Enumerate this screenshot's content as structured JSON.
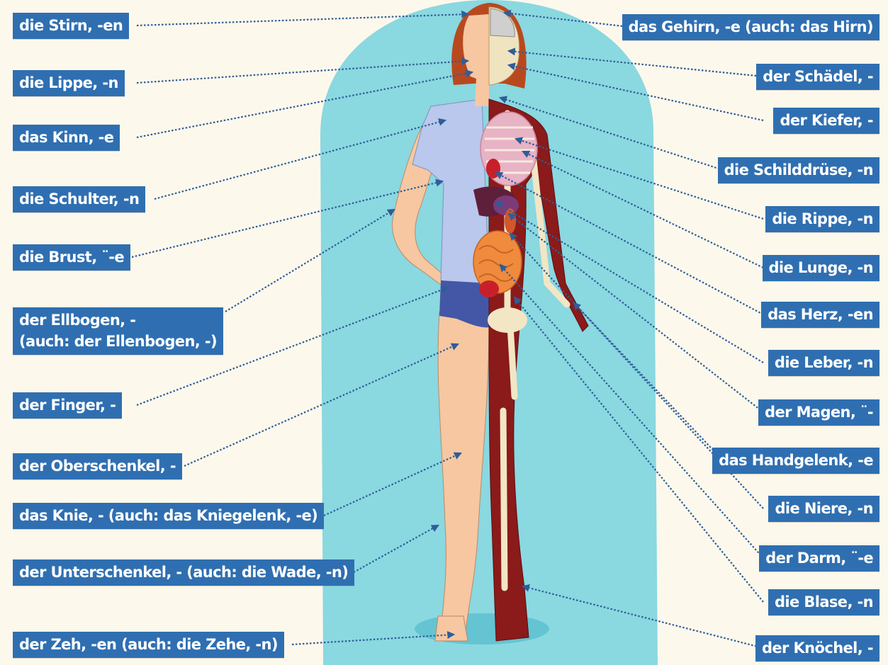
{
  "colors": {
    "label_bg": "#2f6fb1",
    "label_text": "#ffffff",
    "leader_line": "#2f5d99",
    "page_bg": "#fdf8ec",
    "silhouette": "#8ad8e0"
  },
  "left_labels": [
    {
      "id": "stirn",
      "text": "die Stirn, -en"
    },
    {
      "id": "lippe",
      "text": "die Lippe, -n"
    },
    {
      "id": "kinn",
      "text": "das Kinn, -e"
    },
    {
      "id": "schulter",
      "text": "die Schulter, -n"
    },
    {
      "id": "brust",
      "text": "die Brust, ¨-e"
    },
    {
      "id": "ellbogen",
      "text": "der Ellbogen, -",
      "text2": "(auch: der Ellenbogen, -)"
    },
    {
      "id": "finger",
      "text": "der Finger, -"
    },
    {
      "id": "oberschenkel",
      "text": "der Oberschenkel, -"
    },
    {
      "id": "knie",
      "text": "das Knie, - (auch: das Kniegelenk, -e)"
    },
    {
      "id": "unterschenkel",
      "text": "der Unterschenkel, - (auch: die Wade, -n)"
    },
    {
      "id": "zeh",
      "text": "der Zeh, -en (auch: die Zehe, -n)"
    }
  ],
  "right_labels": [
    {
      "id": "gehirn",
      "text": "das Gehirn, -e (auch: das Hirn)"
    },
    {
      "id": "schaedel",
      "text": "der Schädel, -"
    },
    {
      "id": "kiefer",
      "text": "der Kiefer, -"
    },
    {
      "id": "schilddruese",
      "text": "die Schilddrüse, -n"
    },
    {
      "id": "rippe",
      "text": "die Rippe, -n"
    },
    {
      "id": "lunge",
      "text": "die Lunge, -n"
    },
    {
      "id": "herz",
      "text": "das Herz, -en"
    },
    {
      "id": "leber",
      "text": "die Leber, -n"
    },
    {
      "id": "magen",
      "text": "der Magen, ¨-"
    },
    {
      "id": "handgelenk",
      "text": "das Handgelenk, -e"
    },
    {
      "id": "niere",
      "text": "die Niere, -n"
    },
    {
      "id": "darm",
      "text": "der Darm, ¨-e"
    },
    {
      "id": "blase",
      "text": "die Blase, -n"
    },
    {
      "id": "knoechel",
      "text": "der Knöchel, -"
    }
  ]
}
